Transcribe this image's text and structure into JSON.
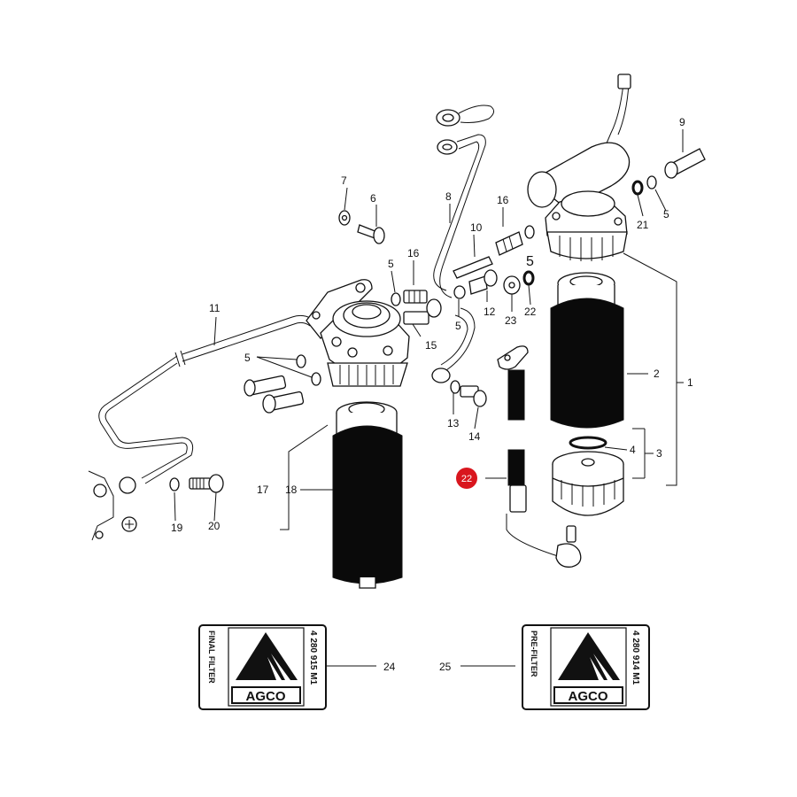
{
  "callouts": [
    {
      "id": "1",
      "text": "1"
    },
    {
      "id": "2",
      "text": "2"
    },
    {
      "id": "3",
      "text": "3"
    },
    {
      "id": "4",
      "text": "4"
    },
    {
      "id": "5a",
      "text": "5"
    },
    {
      "id": "5b",
      "text": "5"
    },
    {
      "id": "5c",
      "text": "5"
    },
    {
      "id": "5d",
      "text": "5"
    },
    {
      "id": "5e",
      "text": "5"
    },
    {
      "id": "6",
      "text": "6"
    },
    {
      "id": "7",
      "text": "7"
    },
    {
      "id": "8",
      "text": "8"
    },
    {
      "id": "9",
      "text": "9"
    },
    {
      "id": "10",
      "text": "10"
    },
    {
      "id": "11",
      "text": "11"
    },
    {
      "id": "12",
      "text": "12"
    },
    {
      "id": "13",
      "text": "13"
    },
    {
      "id": "14",
      "text": "14"
    },
    {
      "id": "15",
      "text": "15"
    },
    {
      "id": "16a",
      "text": "16"
    },
    {
      "id": "16b",
      "text": "16"
    },
    {
      "id": "17",
      "text": "17"
    },
    {
      "id": "18",
      "text": "18"
    },
    {
      "id": "19",
      "text": "19"
    },
    {
      "id": "20",
      "text": "20"
    },
    {
      "id": "21",
      "text": "21"
    },
    {
      "id": "22a",
      "text": "22"
    },
    {
      "id": "22b",
      "text": "22"
    },
    {
      "id": "23",
      "text": "23"
    },
    {
      "id": "24",
      "text": "24"
    },
    {
      "id": "25",
      "text": "25"
    }
  ],
  "highlight_color": "#d9161e",
  "decals": {
    "final": {
      "side_text": "FINAL FILTER",
      "part_number": "4 280 915 M1",
      "brand": "AGCO"
    },
    "pre": {
      "side_text": "PRE-FILTER",
      "part_number": "4 280 914 M1",
      "brand": "AGCO"
    }
  }
}
